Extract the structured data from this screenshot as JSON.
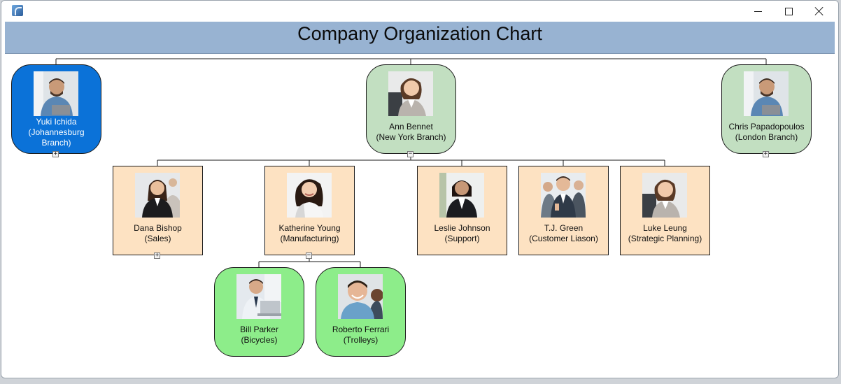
{
  "window": {
    "controls": {
      "minimize": "minimize",
      "maximize": "maximize",
      "close": "close"
    }
  },
  "header": {
    "title": "Company Organization Chart"
  },
  "colors": {
    "header_bg": "#98b3d2",
    "selected_node": "#0b72d8",
    "branch_node": "#c2dfc1",
    "department_node": "#fde2c2",
    "sub_node": "#8ded8a"
  },
  "nodes": {
    "yuki": {
      "name": "Yuki Ichida",
      "line2": "(Johannesburg",
      "line3": "Branch)",
      "toggle": "+"
    },
    "ann": {
      "name": "Ann Bennet",
      "line2": "(New York Branch)",
      "toggle": "−"
    },
    "chris": {
      "name": "Chris Papadopoulos",
      "line2": "(London Branch)",
      "toggle": "+"
    },
    "dana": {
      "name": "Dana Bishop",
      "line2": "(Sales)",
      "toggle": "+"
    },
    "katherine": {
      "name": "Katherine Young",
      "line2": "(Manufacturing)",
      "toggle": "−"
    },
    "leslie": {
      "name": "Leslie Johnson",
      "line2": "(Support)"
    },
    "tj": {
      "name": "T.J. Green",
      "line2": "(Customer Liason)"
    },
    "luke": {
      "name": "Luke Leung",
      "line2": "(Strategic Planning)"
    },
    "bill": {
      "name": "Bill Parker",
      "line2": "(Bicycles)"
    },
    "roberto": {
      "name": "Roberto Ferrari",
      "line2": "(Trolleys)"
    }
  }
}
